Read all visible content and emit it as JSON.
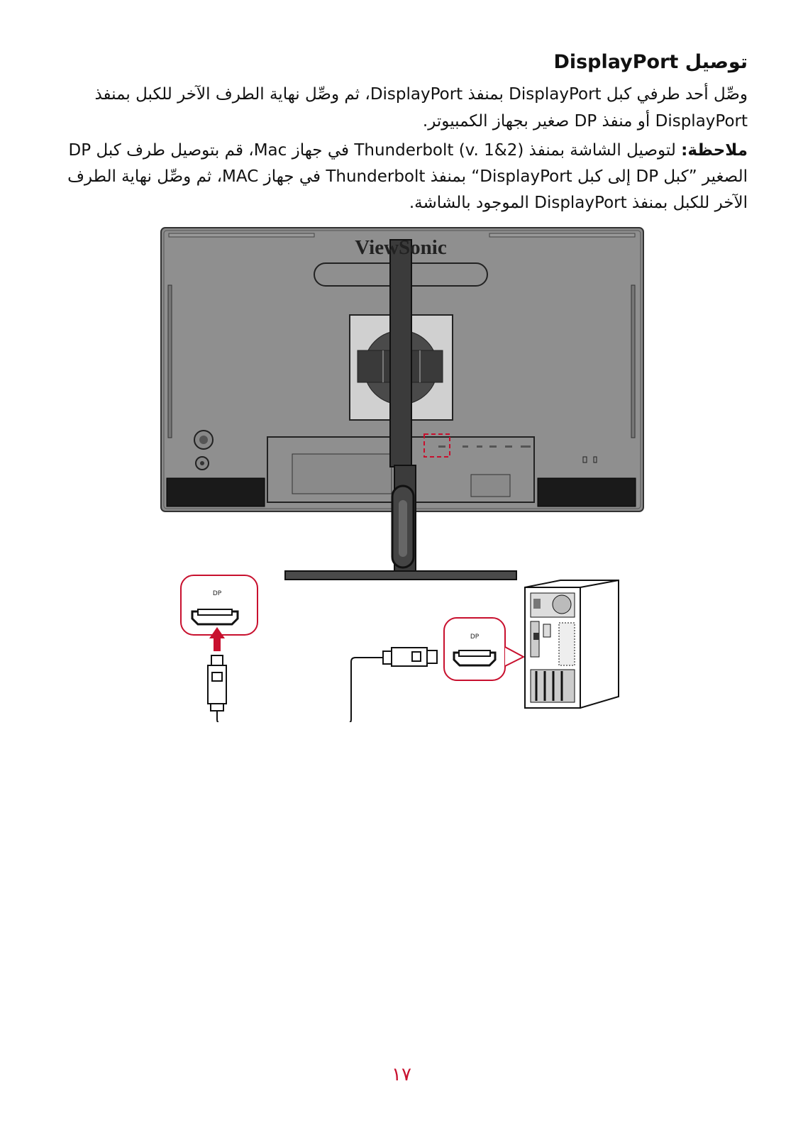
{
  "section": {
    "title": "توصيل DisplayPort",
    "paragraph": "وصِّل أحد طرفي كبل DisplayPort بمنفذ DisplayPort، ثم وصِّل نهاية الطرف الآخر للكبل بمنفذ DisplayPort أو منفذ DP صغير بجهاز الكمبيوتر.",
    "note_label": "ملاحظة:",
    "note_body": "لتوصيل الشاشة بمنفذ Thunderbolt (v. 1&2) في جهاز Mac، قم بتوصيل طرف كبل DP الصغير ”كبل DP إلى كبل DisplayPort“ بمنفذ Thunderbolt في جهاز MAC، ثم وصِّل نهاية الطرف الآخر للكبل بمنفذ DisplayPort الموجود بالشاشة."
  },
  "diagram": {
    "brand_logo": "ViewSonic",
    "monitor_port_label": "DP",
    "pc_port_label": "DP",
    "icons": [
      "monitor-rear-icon",
      "displayport-connector-icon",
      "pc-tower-icon",
      "arrow-up-icon"
    ],
    "accent_color": "#c8102e"
  },
  "page_number": "١٧"
}
